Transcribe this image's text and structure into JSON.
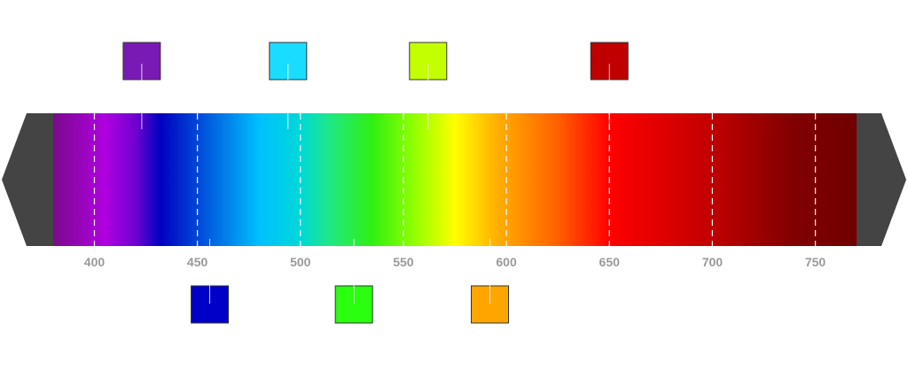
{
  "spectrum": {
    "nm_min": 380,
    "nm_max": 770,
    "frame_color": "#444444",
    "gradient_stops": [
      {
        "nm": 380,
        "color": "#7a0a8c"
      },
      {
        "nm": 405,
        "color": "#b000e0"
      },
      {
        "nm": 420,
        "color": "#7000d0"
      },
      {
        "nm": 432,
        "color": "#0000c0"
      },
      {
        "nm": 450,
        "color": "#0048d8"
      },
      {
        "nm": 480,
        "color": "#00c0ff"
      },
      {
        "nm": 500,
        "color": "#00d8d8"
      },
      {
        "nm": 515,
        "color": "#20e880"
      },
      {
        "nm": 535,
        "color": "#30f010"
      },
      {
        "nm": 555,
        "color": "#90ff00"
      },
      {
        "nm": 575,
        "color": "#ffff00"
      },
      {
        "nm": 595,
        "color": "#ffb000"
      },
      {
        "nm": 625,
        "color": "#ff6000"
      },
      {
        "nm": 650,
        "color": "#ff0000"
      },
      {
        "nm": 700,
        "color": "#c00000"
      },
      {
        "nm": 740,
        "color": "#800000"
      },
      {
        "nm": 770,
        "color": "#700000"
      }
    ],
    "ticks": [
      {
        "nm": 400,
        "label": "400"
      },
      {
        "nm": 450,
        "label": "450"
      },
      {
        "nm": 500,
        "label": "500"
      },
      {
        "nm": 550,
        "label": "550"
      },
      {
        "nm": 600,
        "label": "600"
      },
      {
        "nm": 650,
        "label": "650"
      },
      {
        "nm": 700,
        "label": "700"
      },
      {
        "nm": 750,
        "label": "750"
      }
    ],
    "tick_label_color": "#999999"
  },
  "swatches_above": [
    {
      "name": "violet-swatch",
      "nm": 423,
      "color": "#7a1ab5"
    },
    {
      "name": "cyan-swatch",
      "nm": 494,
      "color": "#1adcff"
    },
    {
      "name": "yellow-green-swatch",
      "nm": 562,
      "color": "#c4ff00"
    },
    {
      "name": "dark-red-swatch",
      "nm": 650,
      "color": "#c00000"
    }
  ],
  "swatches_below": [
    {
      "name": "blue-swatch",
      "nm": 456,
      "color": "#0000c8"
    },
    {
      "name": "green-swatch",
      "nm": 526,
      "color": "#2aff10"
    },
    {
      "name": "orange-swatch",
      "nm": 592,
      "color": "#ffa500"
    }
  ]
}
